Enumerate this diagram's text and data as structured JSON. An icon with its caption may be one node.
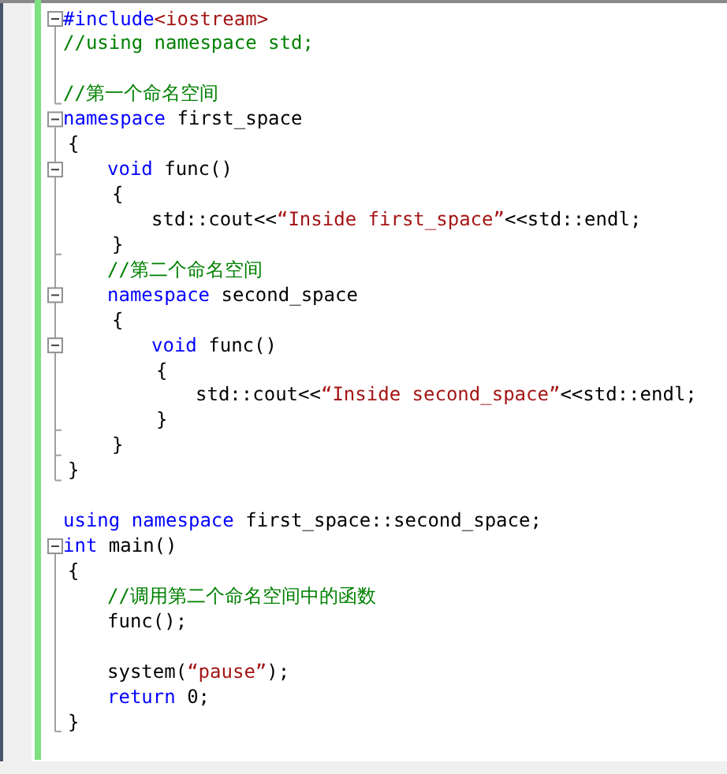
{
  "diagram": {
    "labels": [
      "#include<iostream>",
      "//using namespace std;",
      "//第一个命名空间",
      "namespace first_space",
      "{",
      "void func()",
      "{",
      "std::cout<<“Inside first_space”<<std::endl;",
      "}",
      "//第二个命名空间",
      "namespace second_space",
      "{",
      "void func()",
      "{",
      "std::cout<<“Inside second_space”<<std::endl;",
      "}",
      "}",
      "}",
      "using namespace first_space::second_space;",
      "int main()",
      "{",
      "//调用第二个命名空间中的函数",
      "func();",
      "system(“pause”);",
      "return 0;",
      "}"
    ]
  }
}
